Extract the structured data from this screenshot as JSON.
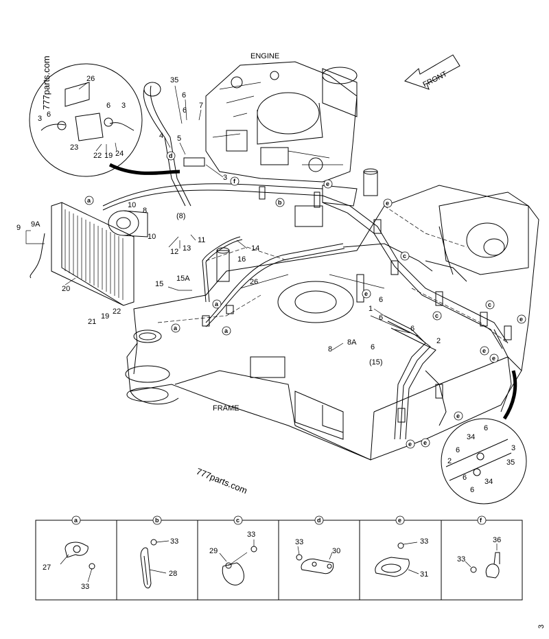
{
  "labels": {
    "engine": "ENGINE",
    "front": "FRONT",
    "frame": "FRAME",
    "watermark_main": "777parts.com",
    "watermark_side": "777parts.com",
    "corner_mark": "3"
  },
  "callouts": [
    "35",
    "6",
    "7",
    "6",
    "4",
    "5",
    "d",
    "3",
    "f",
    "e",
    "b",
    "e",
    "a",
    "10",
    "8",
    "(8)",
    "11",
    "13",
    "12",
    "10",
    "9",
    "9A",
    "20",
    "15",
    "15A",
    "16",
    "26",
    "14",
    "a",
    "a",
    "a",
    "21",
    "19",
    "22",
    "e",
    "c",
    "c",
    "e",
    "6",
    "1",
    "6",
    "6",
    "6",
    "2",
    "8A",
    "8",
    "(15)",
    "c",
    "e",
    "e",
    "e",
    "e",
    "e"
  ],
  "detail_upper": {
    "callouts": [
      "26",
      "6",
      "3",
      "3",
      "6",
      "23",
      "22",
      "19",
      "24"
    ]
  },
  "detail_lower": {
    "callouts": [
      "34",
      "6",
      "3",
      "35",
      "6",
      "2",
      "6",
      "34",
      "6"
    ]
  },
  "legend": {
    "cells": [
      {
        "tag": "a",
        "parts": [
          "27",
          "33"
        ]
      },
      {
        "tag": "b",
        "parts": [
          "33",
          "28"
        ]
      },
      {
        "tag": "c",
        "parts": [
          "33",
          "29"
        ]
      },
      {
        "tag": "d",
        "parts": [
          "33",
          "30"
        ]
      },
      {
        "tag": "e",
        "parts": [
          "33",
          "31"
        ]
      },
      {
        "tag": "f",
        "parts": [
          "36",
          "33"
        ]
      }
    ]
  }
}
